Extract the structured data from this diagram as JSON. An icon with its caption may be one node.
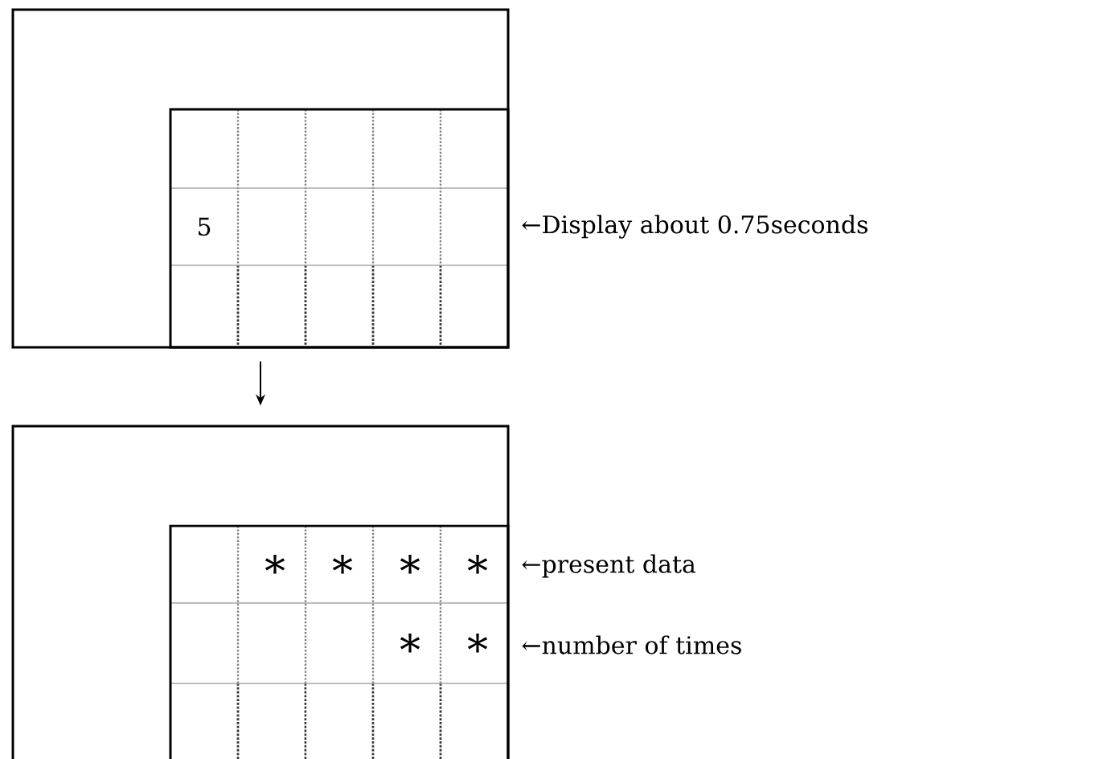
{
  "diagram": {
    "nodes": [
      {
        "text": [],
        "shape": "box"
      },
      {
        "text": [],
        "shape": "box"
      }
    ],
    "edges": [
      {
        "from": 0,
        "to": 1,
        "arrow": "to"
      }
    ],
    "labels": [
      "5",
      "←Display about 0.75seconds",
      "∗",
      "∗",
      "∗",
      "∗",
      "←present data",
      "∗",
      "∗",
      "←number of times"
    ]
  }
}
